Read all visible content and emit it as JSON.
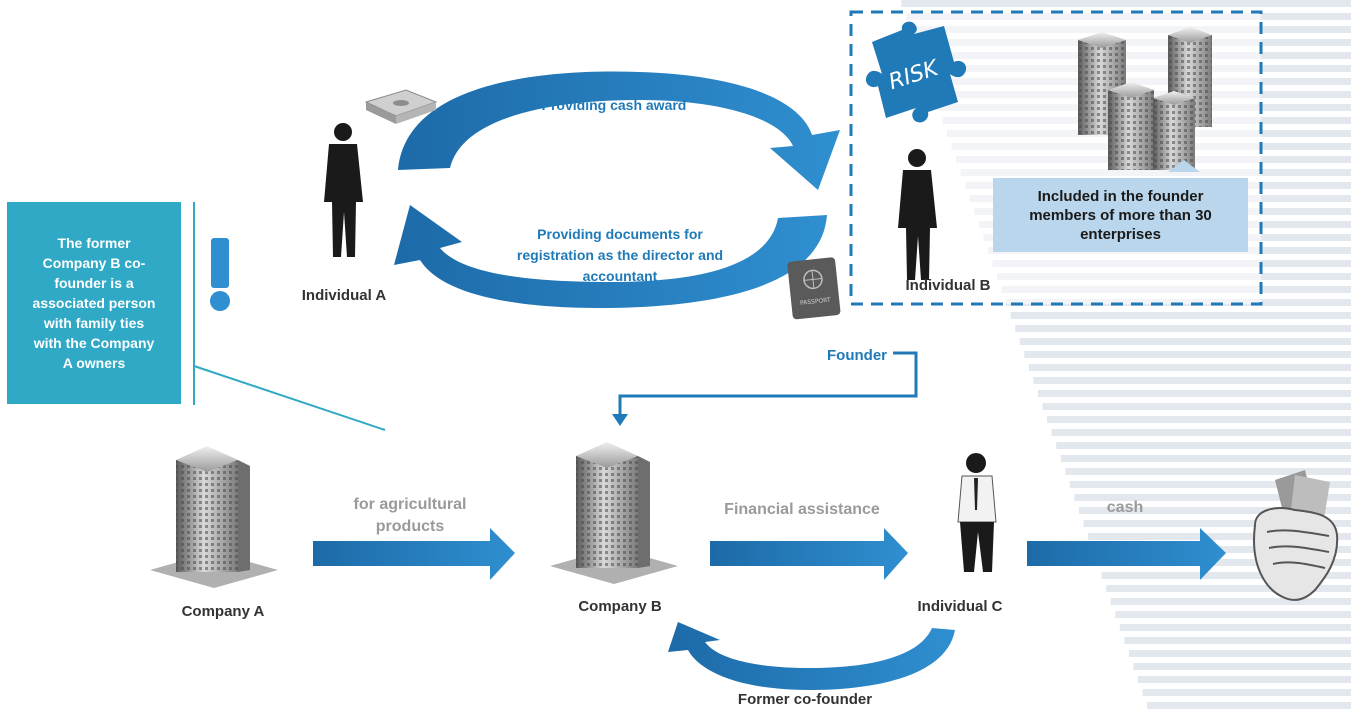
{
  "labels": {
    "cash_award": "Providing cash award",
    "documents": "Providing documents for registration as the director and accountant",
    "documents_lines": [
      "Providing documents for",
      "registration as the director and",
      "accountant"
    ],
    "individual_a": "Individual A",
    "individual_b": "Individual B",
    "individual_c": "Individual C",
    "company_a": "Company A",
    "company_b": "Company B",
    "founder": "Founder",
    "agri_lines": [
      "for agricultural",
      "products"
    ],
    "financial_assistance": "Financial assistance",
    "cash": "cash",
    "former_cofounder": "Former co-founder",
    "risk": "RISK",
    "passport": "PASSPORT"
  },
  "note": {
    "lines": [
      "The former",
      "Company B co-",
      "founder is a",
      "associated person",
      "with family ties",
      "with the Company",
      "A owners"
    ]
  },
  "founders_box": {
    "lines": [
      "Included in the founder",
      "members of more than 30",
      "enterprises"
    ]
  },
  "icons": [
    "businessman-icon",
    "office-building-icon",
    "money-stack-icon",
    "passport-icon",
    "risk-puzzle-icon",
    "fist-with-money-icon",
    "exclamation-icon"
  ],
  "colors": {
    "arrow_blue": "#1f7ab7",
    "note_teal": "#2fa9c6",
    "highlight_blue": "#b9d6ec",
    "label_grey": "#9a9a9a",
    "dashed_border": "#1f7ab7"
  }
}
